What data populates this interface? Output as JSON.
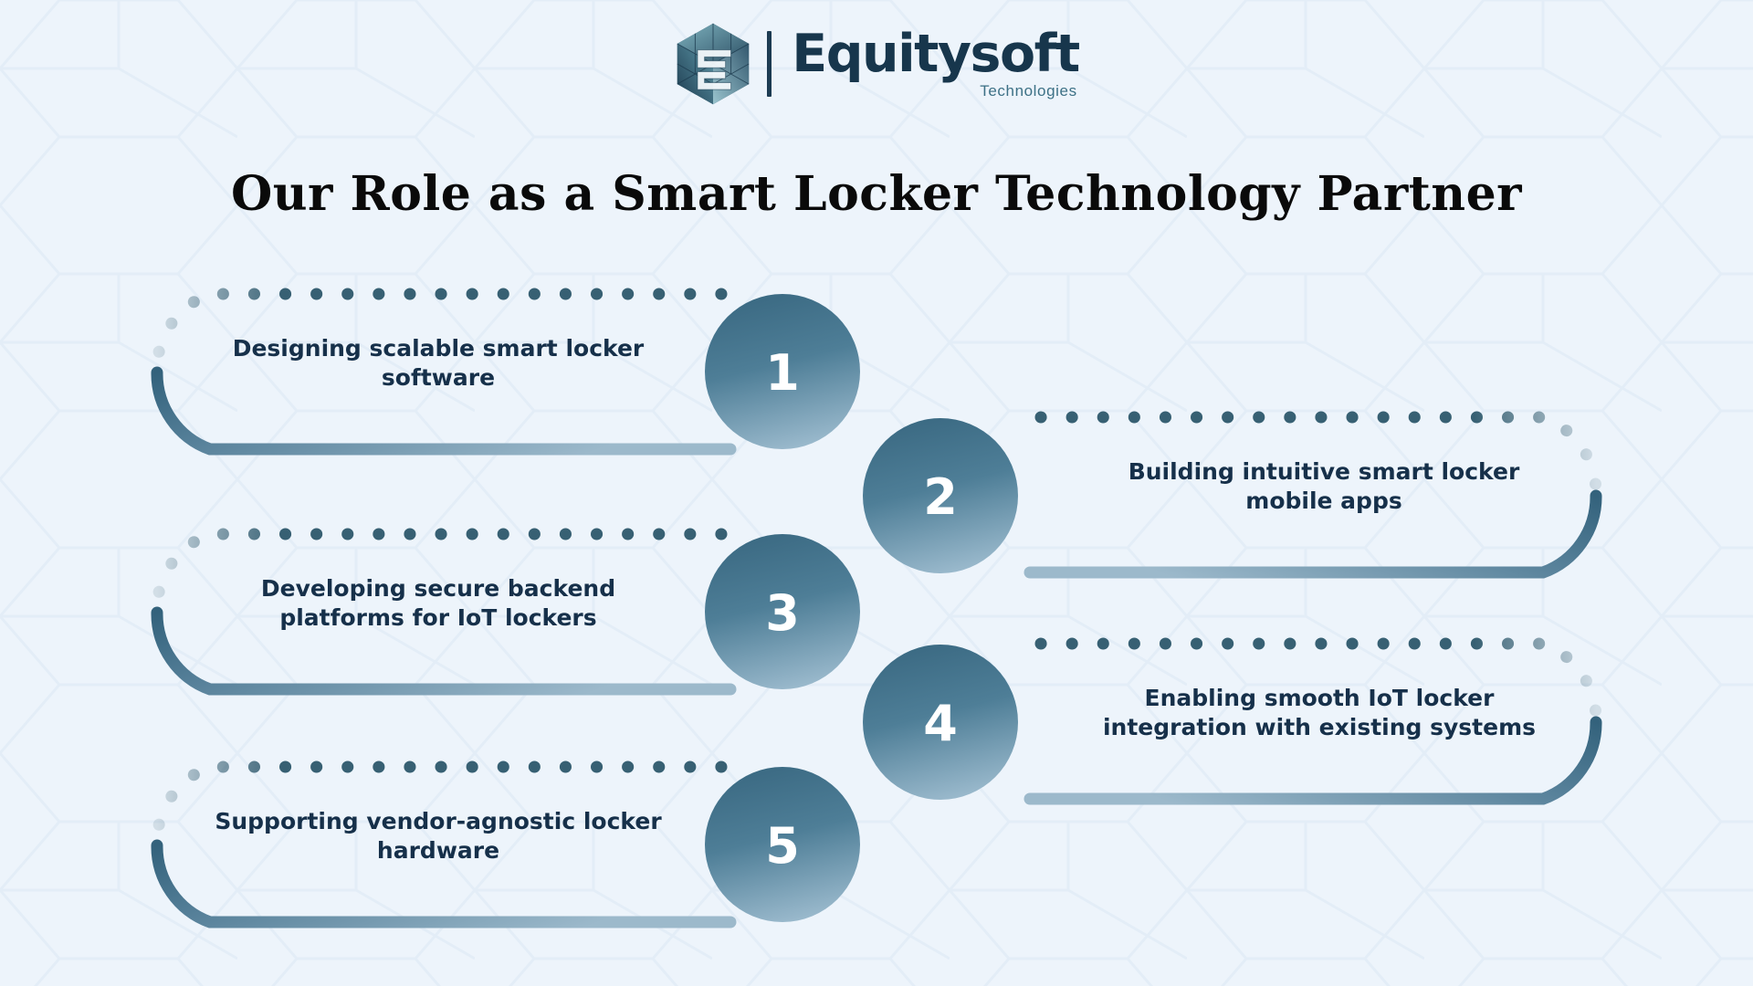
{
  "logo": {
    "mark_icon": "hexagon-es-monogram-icon",
    "wordmark": "Equitysoft",
    "subtitle": "Technologies"
  },
  "header": {
    "title": "Our Role as a Smart Locker Technology Partner"
  },
  "colors": {
    "background": "#edf4fb",
    "circle_top": "#3d6c85",
    "circle_bottom": "#93b3c6",
    "dot": "#376073",
    "stroke_dark": "#3a6a82",
    "stroke_light": "#8fb0c4",
    "text_dark": "#16304a",
    "title": "#0a0a0a",
    "number": "#ffffff"
  },
  "steps": [
    {
      "number": "1",
      "side": "left",
      "line1": "Designing scalable smart locker",
      "line2": "software"
    },
    {
      "number": "2",
      "side": "right",
      "line1": "Building intuitive smart locker",
      "line2": "mobile apps"
    },
    {
      "number": "3",
      "side": "left",
      "line1": "Developing secure backend",
      "line2": "platforms for IoT lockers"
    },
    {
      "number": "4",
      "side": "right",
      "line1": "Enabling smooth IoT locker",
      "line2": "integration with existing systems"
    },
    {
      "number": "5",
      "side": "left",
      "line1": "Supporting vendor-agnostic locker",
      "line2": "hardware"
    }
  ]
}
